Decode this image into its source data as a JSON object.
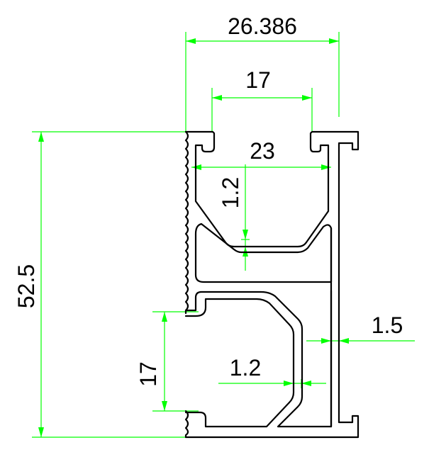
{
  "colors": {
    "dimension": "#00ff00",
    "profile": "#000000",
    "text": "#000000",
    "background": "#ffffff",
    "marker": "#ffff00"
  },
  "dimensions": {
    "overall_width": "26.386",
    "top_slot_width": "17",
    "inner_width": "23",
    "upper_wall": "1.2",
    "overall_height": "52.5",
    "lower_slot_height": "17",
    "lower_wall": "1.2",
    "back_wall": "1.5"
  }
}
